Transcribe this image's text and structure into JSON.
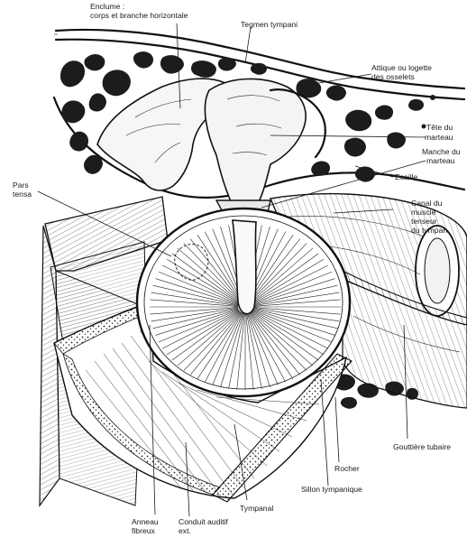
{
  "labels": {
    "enclume_1": "Enclume :",
    "enclume_2": "corps et branche horizontale",
    "tegmen": "Tegmen tympani",
    "attique_1": "Attique ou logette",
    "attique_2": "des osselets",
    "tete_1": "Tête du",
    "tete_2": "marteau",
    "manche_1": "Manche du",
    "manche_2": "marteau",
    "ecaille": "Ecaille",
    "pars_1": "Pars",
    "pars_2": "tensa",
    "canal_1": "Canal du",
    "canal_2": "muscle",
    "canal_3": "tenseur",
    "canal_4": "du tympan",
    "gouttiere": "Gouttière tubaire",
    "rocher": "Rocher",
    "sillon": "Sillon tympanique",
    "tympanal": "Tympanal",
    "anneau_1": "Anneau",
    "anneau_2": "fibreux",
    "conduit_1": "Conduit auditif",
    "conduit_2": "ext."
  }
}
